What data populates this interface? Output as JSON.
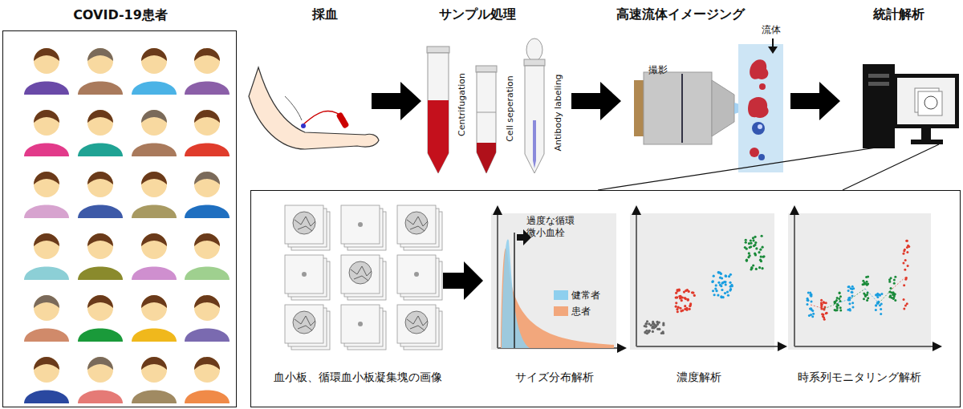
{
  "diagram": {
    "nodes": [
      {
        "text": [
          "COVID-19患者"
        ]
      },
      {
        "text": [
          "血小板、循環血小板凝集塊の画像",
          "サイズ分布解析",
          "濃度解析",
          "時系列モニタリング解析"
        ]
      }
    ],
    "labels": [
      "採血",
      "サンプル処理",
      "高速流体イメージング",
      "統計解析",
      "Centrifugation",
      "Cell seperation",
      "Antibody labeling",
      "撮影",
      "流体",
      "過度な循環 微小血栓"
    ],
    "legend": [
      {
        "text": "健常者",
        "color": "#8ecfee"
      },
      {
        "text": "患者",
        "color": "#f2a77c"
      }
    ]
  }
}
